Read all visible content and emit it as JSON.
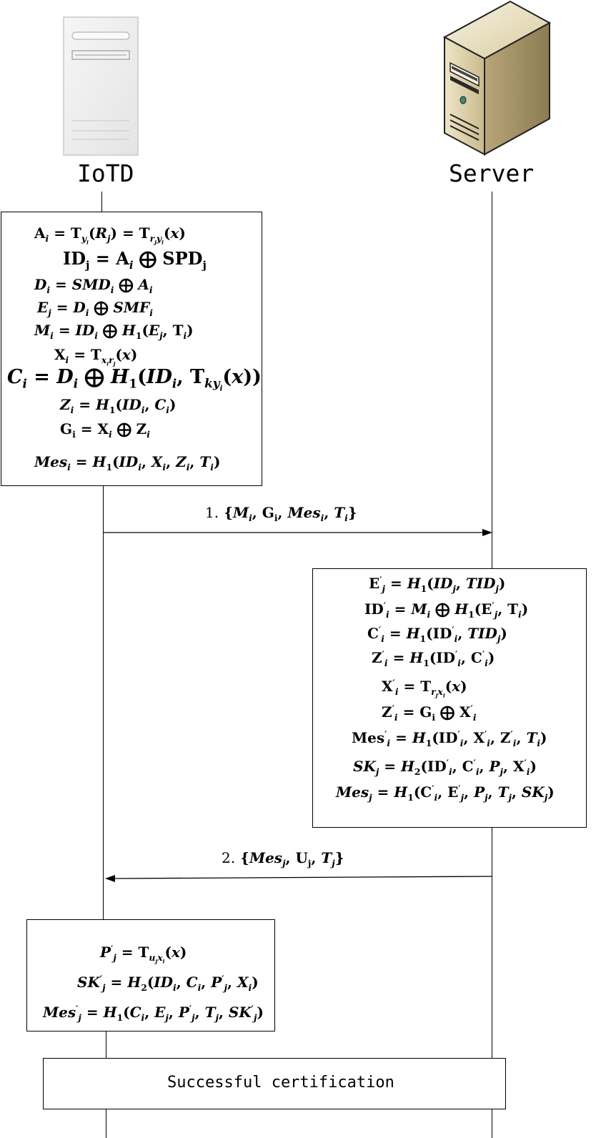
{
  "actors": {
    "iotd": {
      "label": "IoTD"
    },
    "server": {
      "label": "Server"
    }
  },
  "messages": [
    {
      "number": "1.",
      "content": "{M_i, G_i, Mes_i, T_i}",
      "direction": "IoTD-to-Server"
    },
    {
      "number": "2.",
      "content": "{Mes_j, U_j, T_j}",
      "direction": "Server-to-IoTD"
    }
  ],
  "boxes": {
    "iotd_compute": [
      "A_i = T_{y_i}(R_j) = T_{r_j y_i}(x)",
      "ID_j = A_i ⊕ SPD_j",
      "D_i = SMD_i ⊕ A_i",
      "E_j = D_i ⊕ SMF_i",
      "M_i = ID_i ⊕ H_1(E_j, T_i)",
      "X_i = T_{x_i r_j}(x)",
      "C_i = D_i ⊕ H_1(ID_i, T_{k y_i}(x))",
      "Z_i = H_1(ID_i, C_i)",
      "G_i = X_i ⊕ Z_i",
      "Mes_i = H_1(ID_i, X_i, Z_i, T_i)"
    ],
    "server_verify": [
      "E'_j = H_1(ID_j, TID_j)",
      "ID'_i = M_i ⊕ H_1(E'_j, T_i)",
      "C'_i = H_1(ID'_i, TID_j)",
      "Z'_i = H_1(ID'_i, C'_i)",
      "X'_i = T_{r_j x_i}(x)",
      "Z'_i = G_i ⊕ X'_i",
      "Mes'_i = H_1(ID'_i, X'_i, Z'_i, T_i)",
      "SK_j = H_2(ID'_i, C'_i, P_j, X'_i)",
      "Mes_j = H_1(C'_i, E'_j, P_j, T_j, SK_j)"
    ],
    "iotd_verify": [
      "P'_j = T_{u_j x_i}(x)",
      "SK'_j = H_2(ID_i, C_i, P'_j, X_i)",
      "Mes'_j = H_1(C_i, E_j, P'_j, T_j, SK'_j)"
    ]
  },
  "result": {
    "label": "Successful certification"
  },
  "icons": {
    "iotd": "iot-device-icon",
    "server": "server-tower-icon"
  }
}
